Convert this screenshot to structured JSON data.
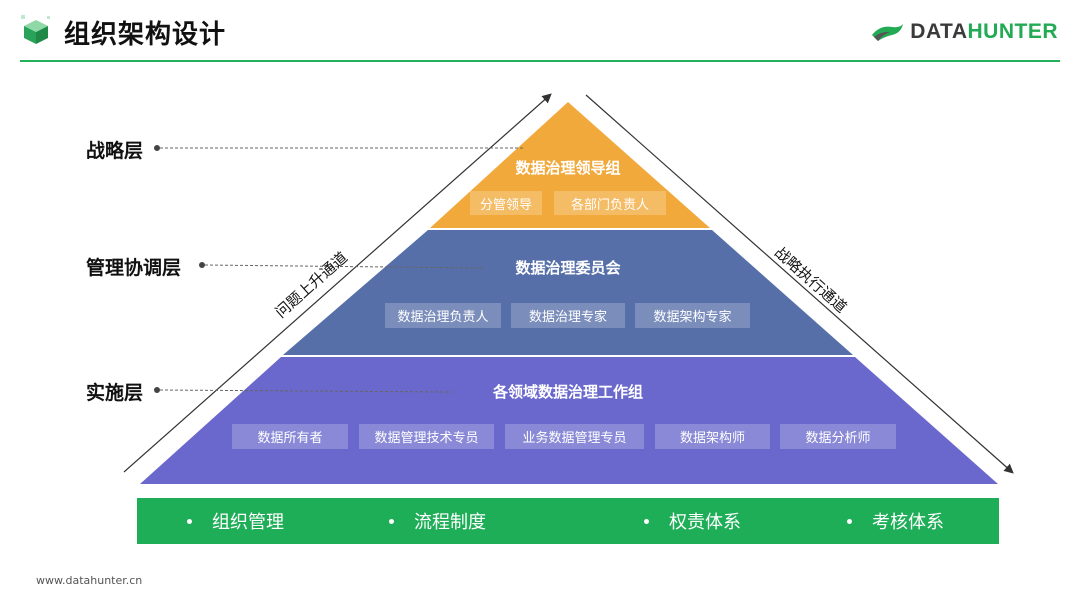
{
  "header": {
    "title": "组织架构设计",
    "brand_part1": "DATA",
    "brand_part2": "HUNTER"
  },
  "layers": {
    "strategy": "战略层",
    "management": "管理协调层",
    "execution": "实施层"
  },
  "pyramid": {
    "top": {
      "title": "数据治理领导组",
      "color": "#f2a93b",
      "members": [
        "分管领导",
        "各部门负责人"
      ]
    },
    "middle": {
      "title": "数据治理委员会",
      "color": "#566fa8",
      "members": [
        "数据治理负责人",
        "数据治理专家",
        "数据架构专家"
      ]
    },
    "bottom": {
      "title": "各领域数据治理工作组",
      "color": "#6a68cc",
      "members": [
        "数据所有者",
        "数据管理技术专员",
        "业务数据管理专员",
        "数据架构师",
        "数据分析师"
      ]
    }
  },
  "channels": {
    "left": "问题上升通道",
    "right": "战略执行通道"
  },
  "footer": {
    "items": [
      "组织管理",
      "流程制度",
      "权责体系",
      "考核体系"
    ],
    "color": "#1fae58"
  },
  "website": "www.datahunter.cn"
}
